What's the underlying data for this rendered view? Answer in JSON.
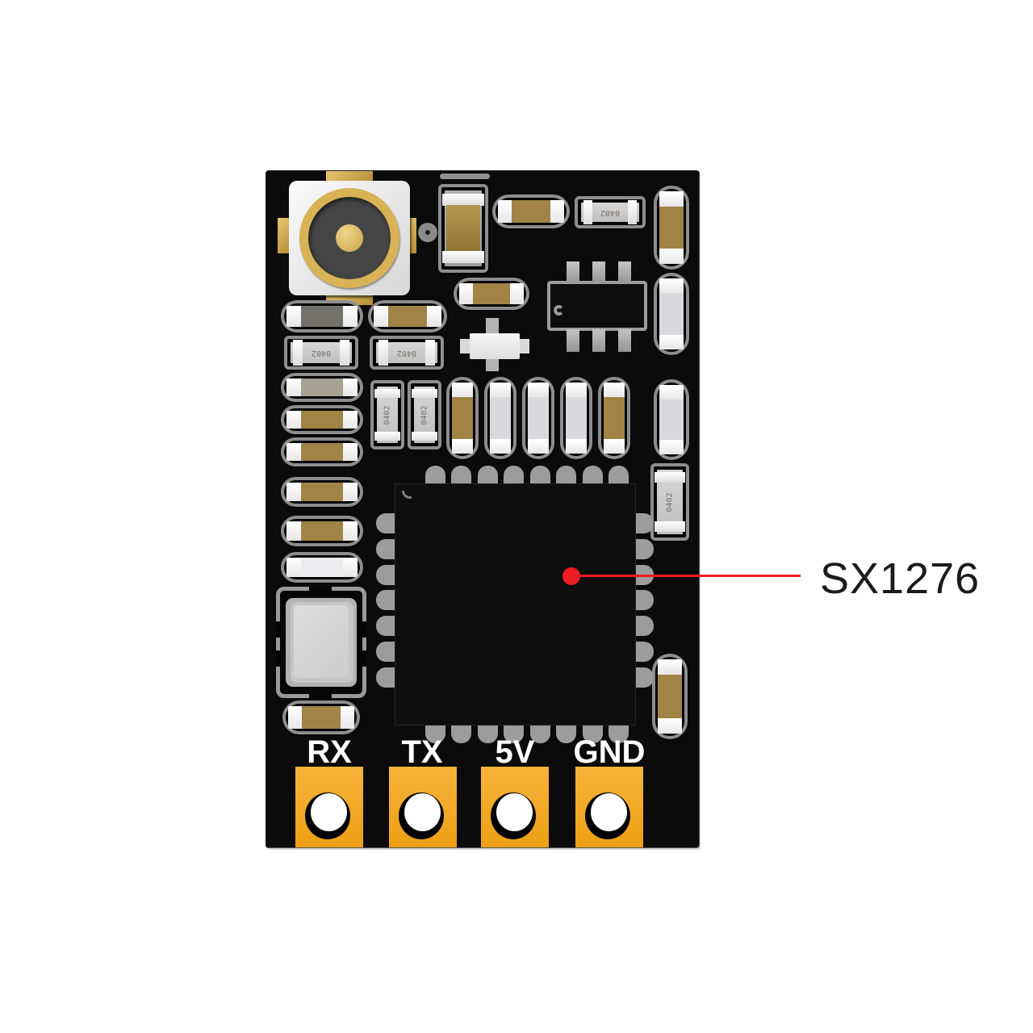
{
  "figure": {
    "type": "annotated-product-image",
    "background_color": "#ffffff"
  },
  "annotation": {
    "label": "SX1276",
    "line_color": "#ee1c23",
    "text_color": "#1b1b1b"
  },
  "module": {
    "pins": [
      {
        "label": "RX"
      },
      {
        "label": "TX"
      },
      {
        "label": "5V"
      },
      {
        "label": "GND"
      }
    ],
    "component_marking": "0402",
    "colors": {
      "pcb": "#0b0b0b",
      "solder_pad_yellow": "#f2a629",
      "capacitor_tan": "#a08345",
      "silkscreen_gray": "#9a9a9a",
      "connector_gold": "#d0aa52",
      "component_white": "#e9e9e9"
    }
  }
}
